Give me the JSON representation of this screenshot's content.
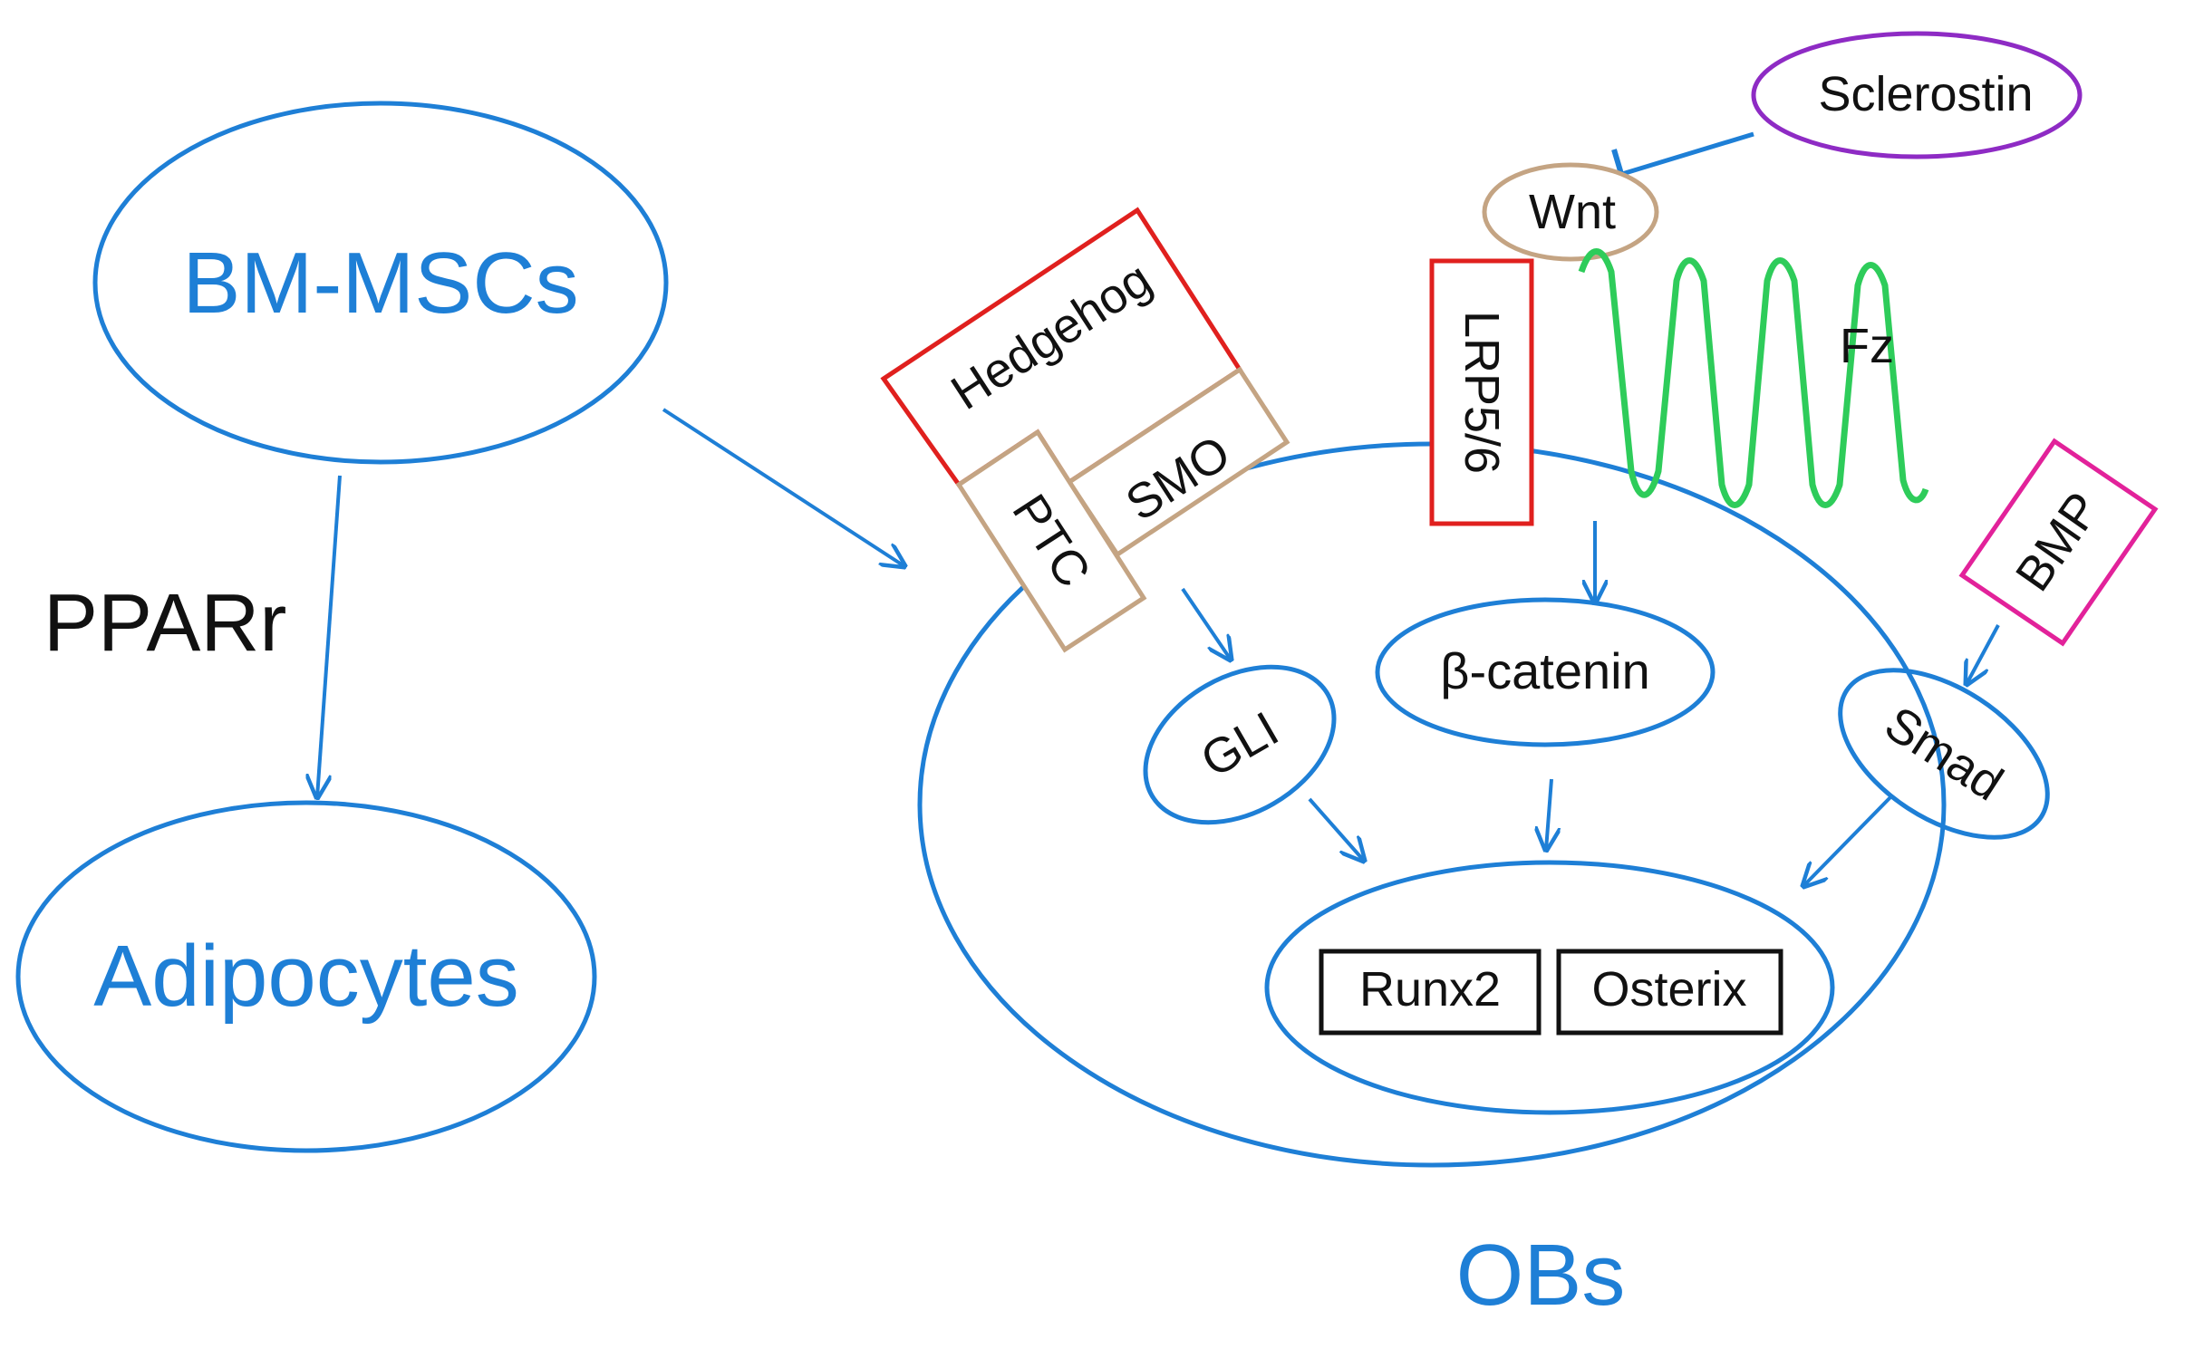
{
  "colors": {
    "blue": "#1e7fd6",
    "red": "#e0201e",
    "tan": "#c4a483",
    "purple": "#8e2bc4",
    "green": "#2ecc5a",
    "magenta": "#e2229a",
    "black": "#111111"
  },
  "nodes": {
    "bm_mscs": "BM-MSCs",
    "adipocytes": "Adipocytes",
    "pparr": "PPARr",
    "obs": "OBs",
    "sclerostin": "Sclerostin",
    "wnt": "Wnt",
    "hedgehog": "Hedgehog",
    "smo": "SMO",
    "ptc": "PTC",
    "lrp56": "LRP5/6",
    "fz": "Fz",
    "bmp": "BMP",
    "gli": "GLI",
    "beta_catenin": "β-catenin",
    "smad": "Smad",
    "runx2": "Runx2",
    "osterix": "Osterix"
  }
}
